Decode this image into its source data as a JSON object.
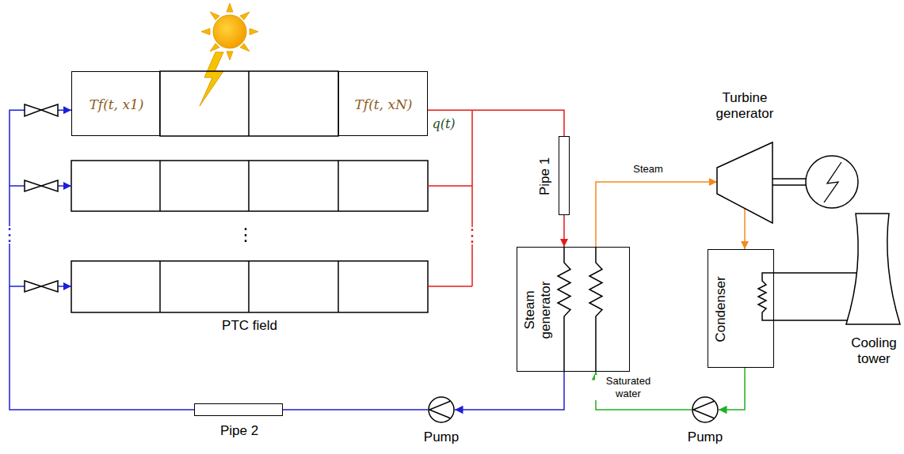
{
  "diagram": {
    "nodes": [
      {
        "text": [
          "Tf(t, x1)"
        ]
      },
      {
        "text": [
          "Tf(t, xN)"
        ]
      },
      {
        "text": [
          "Pipe 1"
        ]
      },
      {
        "text": [
          "Turbine generator"
        ]
      },
      {
        "text": [
          "Steam generator"
        ]
      },
      {
        "text": [
          "Condenser"
        ]
      },
      {
        "text": [
          "Cooling tower"
        ]
      },
      {
        "text": [
          "Pipe 2"
        ]
      },
      {
        "text": [
          "Pump"
        ]
      },
      {
        "text": [
          "Pump"
        ]
      }
    ],
    "edges": [
      {
        "from": 1,
        "to": 2,
        "arrow": "none"
      },
      {
        "from": 2,
        "to": 4,
        "arrow": "to"
      },
      {
        "from": 4,
        "to": 8,
        "arrow": "to"
      },
      {
        "from": 8,
        "to": 7,
        "arrow": "none"
      },
      {
        "from": 7,
        "to": 0,
        "arrow": "to"
      },
      {
        "from": 4,
        "to": 3,
        "label": "Steam",
        "arrow": "to"
      },
      {
        "from": 3,
        "to": 5,
        "arrow": "to"
      },
      {
        "from": 5,
        "to": 9,
        "arrow": "to"
      },
      {
        "from": 9,
        "to": 4,
        "label": "Saturated water",
        "arrow": "to"
      },
      {
        "from": 5,
        "to": 6,
        "arrow": "none"
      }
    ],
    "labels": [
      "q(t)",
      "PTC field",
      "⋮",
      "⋮",
      "⋮"
    ]
  }
}
